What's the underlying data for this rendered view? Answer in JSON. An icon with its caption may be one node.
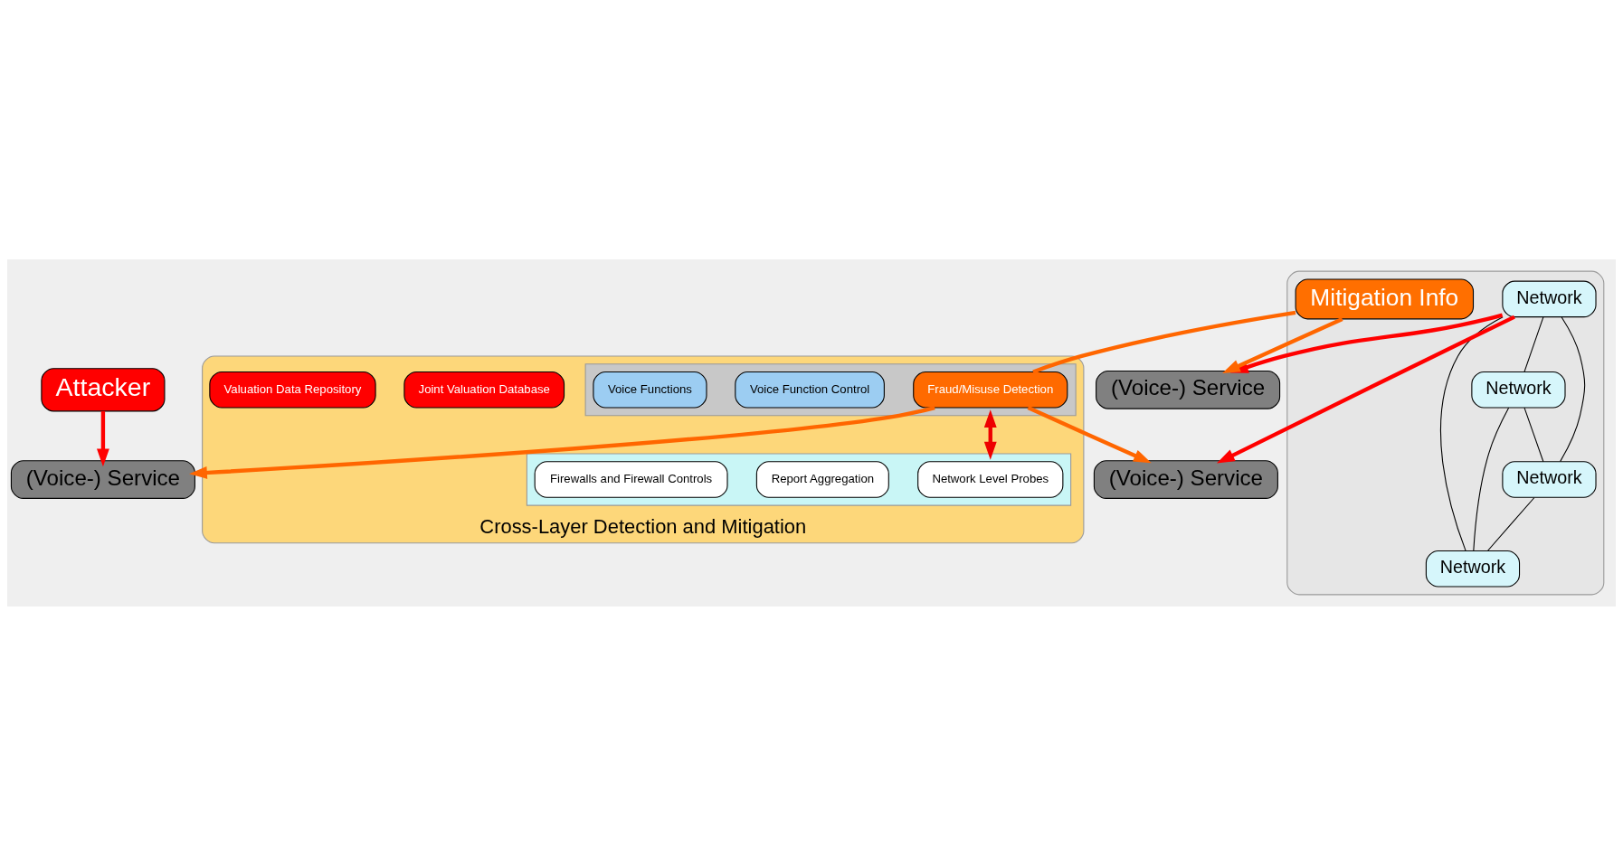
{
  "diagram": {
    "nodes": [
      {
        "text": [
          "Cross-Layer Detection and Mitigation"
        ]
      },
      {
        "text": [],
        "shape": "box",
        "in": 0
      },
      {
        "text": [
          "Fraud/Misuse Detection"
        ],
        "in": 1
      },
      {
        "text": [
          "Voice Function Control"
        ],
        "in": 1
      },
      {
        "text": [
          "Voice Functions"
        ],
        "in": 1
      },
      {
        "text": [
          "Joint Valuation Database"
        ],
        "in": 0
      },
      {
        "text": [
          "Valuation Data Repository"
        ],
        "in": 0
      },
      {
        "text": [],
        "shape": "box",
        "in": 0
      },
      {
        "text": [
          "Network Level Probes"
        ],
        "in": 7
      },
      {
        "text": [
          "Report Aggregation"
        ],
        "in": 7
      },
      {
        "text": [
          "Firewalls and Firewall Controls"
        ],
        "in": 7
      },
      {
        "text": [
          "Attacker"
        ]
      },
      {
        "text": [],
        "shape": "ellipse"
      },
      {
        "text": [
          "Network"
        ],
        "in": 12
      },
      {
        "text": [
          "Mitigation Info"
        ],
        "in": 12
      },
      {
        "text": [
          "(Voice-) Service"
        ]
      },
      {
        "text": [
          "Network"
        ],
        "in": 12
      },
      {
        "text": [
          "Network"
        ],
        "in": 12
      },
      {
        "text": [
          "(Voice-) Service"
        ]
      },
      {
        "text": [
          "Network"
        ],
        "in": 12
      },
      {
        "text": [
          "(Voice-) Service"
        ]
      }
    ],
    "edges": [
      {
        "from": 1,
        "to": 7,
        "arrow": "both",
        "color": "#ee0000"
      },
      {
        "from": 11,
        "to": 15,
        "arrow": "to",
        "color": "#ff0000"
      },
      {
        "from": 13,
        "to": 18,
        "arrow": "to",
        "color": "#ff0000"
      },
      {
        "from": 13,
        "to": 20,
        "arrow": "to",
        "color": "#ff0000"
      },
      {
        "from": 14,
        "to": 2,
        "arrow": "none",
        "color": "#ff6600"
      },
      {
        "from": 2,
        "to": 18,
        "arrow": "to",
        "color": "#ff6600"
      },
      {
        "from": 2,
        "to": 15,
        "arrow": "to",
        "color": "#ff6600"
      },
      {
        "from": 14,
        "to": 20,
        "arrow": "to",
        "color": "#ff6600"
      },
      {
        "from": 13,
        "to": 17,
        "arrow": "none"
      },
      {
        "from": 13,
        "to": 19,
        "arrow": "none"
      },
      {
        "from": 13,
        "to": 16,
        "arrow": "none"
      },
      {
        "from": 17,
        "to": 19,
        "arrow": "none"
      },
      {
        "from": 17,
        "to": 16,
        "arrow": "none"
      },
      {
        "from": 19,
        "to": 16,
        "arrow": "none"
      }
    ]
  }
}
